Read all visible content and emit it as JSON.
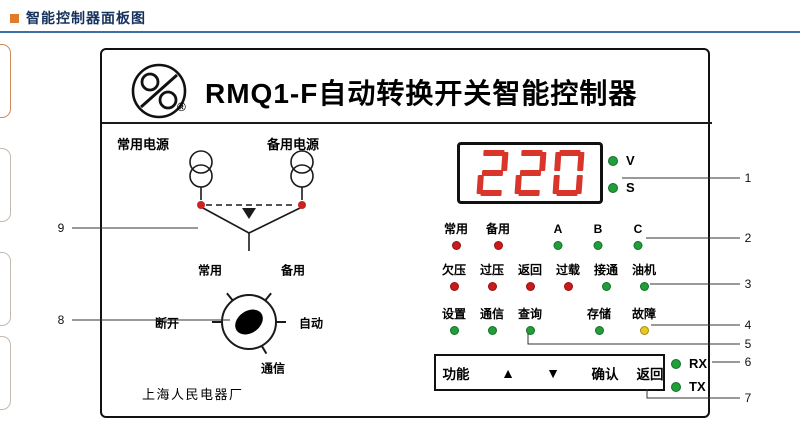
{
  "header": {
    "title": "智能控制器面板图"
  },
  "panel": {
    "title": "RMQ1-F自动转换开关智能控制器",
    "registered_mark": "®",
    "factory_name": "上海人民电器厂",
    "schematic": {
      "normal_source_label": "常用电源",
      "backup_source_label": "备用电源"
    },
    "knob_labels": [
      "常用",
      "备用",
      "断开",
      "自动",
      "通信"
    ],
    "display": {
      "value": "220",
      "leds": [
        {
          "label": "V",
          "color": "green"
        },
        {
          "label": "S",
          "color": "green"
        }
      ]
    },
    "led_row1": [
      {
        "label": "常用",
        "color": "red"
      },
      {
        "label": "备用",
        "color": "red"
      },
      {
        "label": "A",
        "color": "green"
      },
      {
        "label": "B",
        "color": "green"
      },
      {
        "label": "C",
        "color": "green"
      }
    ],
    "led_row2": [
      {
        "label": "欠压",
        "color": "red"
      },
      {
        "label": "过压",
        "color": "red"
      },
      {
        "label": "返回",
        "color": "red"
      },
      {
        "label": "过载",
        "color": "red"
      },
      {
        "label": "接通",
        "color": "green"
      },
      {
        "label": "油机",
        "color": "green"
      }
    ],
    "led_row3": [
      {
        "label": "设置",
        "color": "green"
      },
      {
        "label": "通信",
        "color": "green"
      },
      {
        "label": "查询",
        "color": "green"
      },
      {
        "label": "存储",
        "color": "green"
      },
      {
        "label": "故障",
        "color": "yellow"
      }
    ],
    "buttons": [
      "功能",
      "▲",
      "▼",
      "确认",
      "返回"
    ],
    "comm_leds": [
      {
        "label": "RX",
        "color": "green"
      },
      {
        "label": "TX",
        "color": "green"
      }
    ]
  },
  "callouts": [
    "1",
    "2",
    "3",
    "4",
    "5",
    "6",
    "7",
    "8",
    "9"
  ],
  "colors": {
    "led_red": "#cc1a1a",
    "led_green": "#1f9e3a",
    "led_yellow": "#e8c81e",
    "display_digit_red": "#d9352a",
    "contact_dot_red": "#cc2222",
    "header_rule_blue": "#3b70a6",
    "header_bullet_orange": "#e07b2a"
  }
}
